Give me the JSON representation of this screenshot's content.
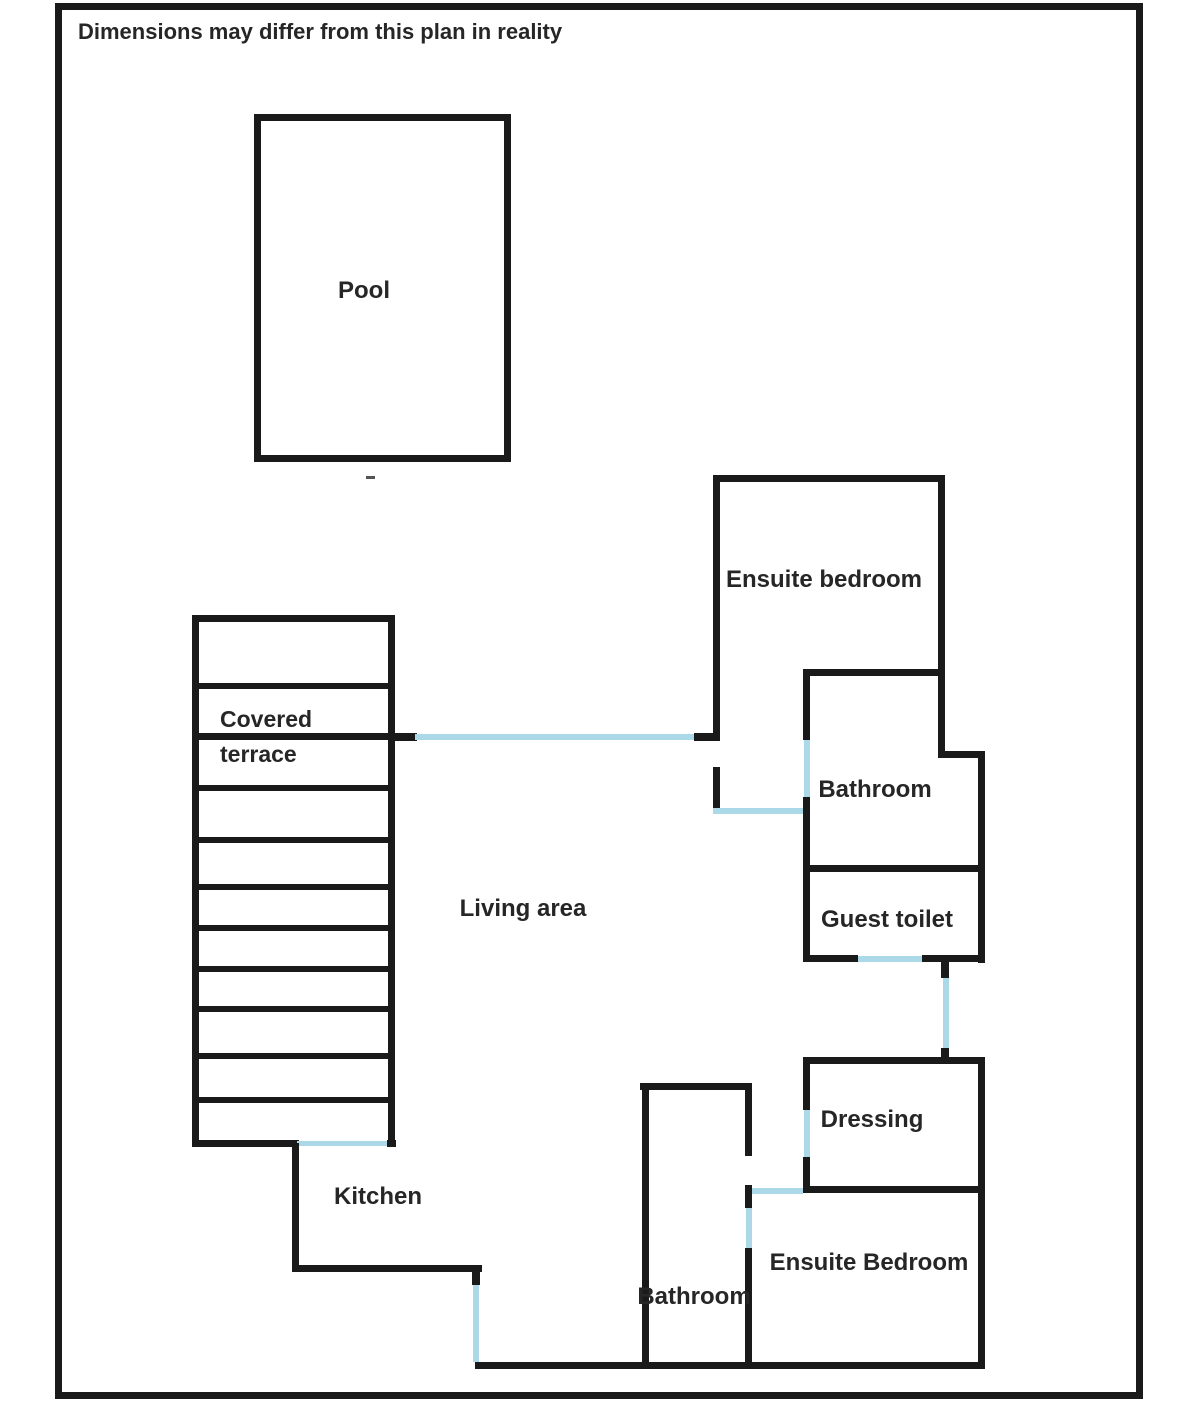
{
  "title": "Dimensions may differ from this plan in reality",
  "colors": {
    "wall": "#1a1a1a",
    "door": "#abd9e8",
    "text": "#262626",
    "background": "#ffffff"
  },
  "rooms": {
    "pool": "Pool",
    "covered_terrace_line1": "Covered",
    "covered_terrace_line2": "terrace",
    "living_area": "Living area",
    "ensuite_bedroom_top": "Ensuite bedroom",
    "bathroom_top": "Bathroom",
    "guest_toilet": "Guest toilet",
    "dressing": "Dressing",
    "ensuite_bedroom_bottom": "Ensuite Bedroom",
    "bathroom_bottom": "Bathroom",
    "kitchen": "Kitchen"
  }
}
